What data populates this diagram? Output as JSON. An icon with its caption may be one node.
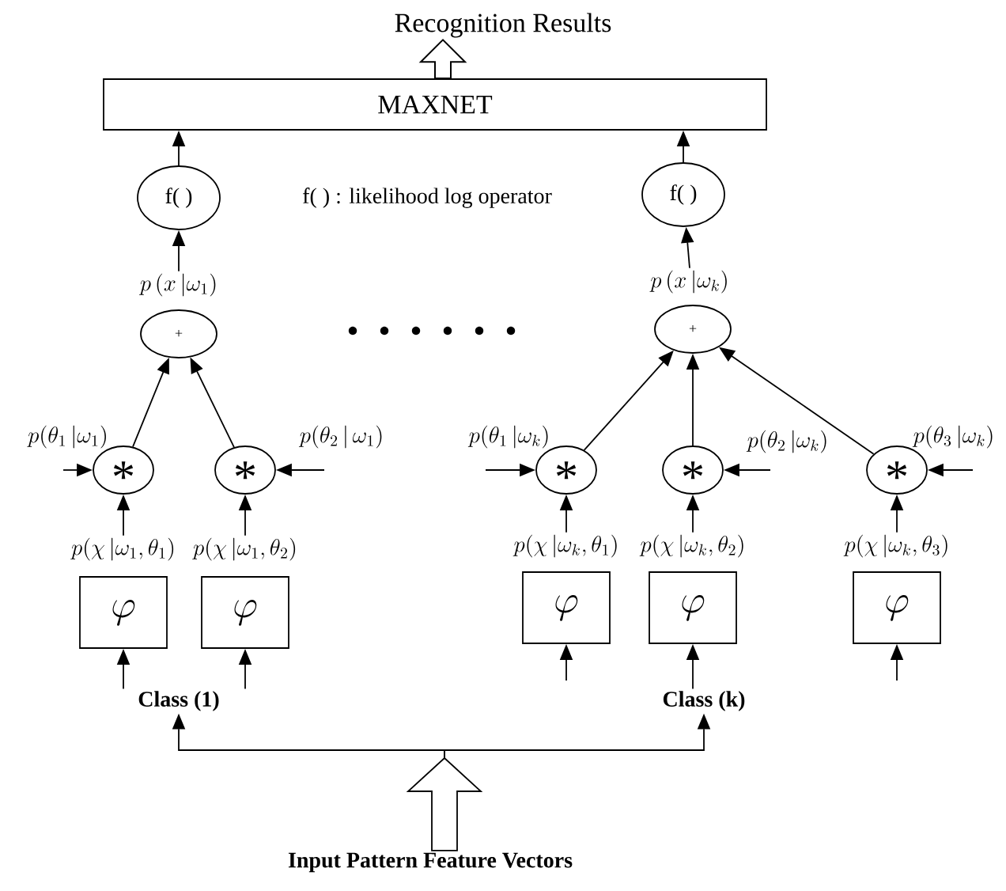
{
  "diagram": {
    "nodes": [
      {
        "text": [
          "Recognition Results"
        ]
      },
      {
        "text": [
          "MAXNET"
        ]
      },
      {
        "text": [
          "f( )"
        ]
      },
      {
        "text": [
          "f( )"
        ]
      },
      {
        "text": [
          "p\\,(x\\,|\\omega_1)"
        ]
      },
      {
        "text": [
          "p\\,(x\\,|\\omega_k)"
        ]
      },
      {
        "text": [
          "+"
        ]
      },
      {
        "text": [
          "+"
        ]
      },
      {
        "text": [
          "*"
        ]
      },
      {
        "text": [
          "*"
        ]
      },
      {
        "text": [
          "*"
        ]
      },
      {
        "text": [
          "*"
        ]
      },
      {
        "text": [
          "*"
        ]
      },
      {
        "text": [
          "p(\\chi\\,|\\omega_1,\\theta_1)"
        ]
      },
      {
        "text": [
          "p(\\chi\\,|\\omega_1,\\theta_2)"
        ]
      },
      {
        "text": [
          "p(\\chi\\,|\\omega_k,\\theta_1)"
        ]
      },
      {
        "text": [
          "p(\\chi\\,|\\omega_k,\\theta_2)"
        ]
      },
      {
        "text": [
          "p(\\chi\\,|\\omega_k,\\theta_3)"
        ]
      },
      {
        "text": [
          "\\varphi"
        ]
      },
      {
        "text": [
          "\\varphi"
        ]
      },
      {
        "text": [
          "\\varphi"
        ]
      },
      {
        "text": [
          "\\varphi"
        ]
      },
      {
        "text": [
          "\\varphi"
        ]
      },
      {
        "text": [
          "Class (1)"
        ]
      },
      {
        "text": [
          "Class (k)"
        ]
      },
      {
        "text": [
          "Input Pattern Feature Vectors"
        ]
      }
    ],
    "edges": [
      {
        "from": 1,
        "to": 0,
        "arrow": "to",
        "style": "thick"
      },
      {
        "from": 25,
        "to": 23,
        "arrow": "to"
      },
      {
        "from": 25,
        "to": 24,
        "arrow": "to"
      },
      {
        "from": 23,
        "to": 18,
        "arrow": "to"
      },
      {
        "from": 23,
        "to": 19,
        "arrow": "to"
      },
      {
        "from": null,
        "to": 20,
        "arrow": "to"
      },
      {
        "from": 24,
        "to": 21,
        "arrow": "to"
      },
      {
        "from": null,
        "to": 22,
        "arrow": "to"
      },
      {
        "from": 13,
        "to": 8,
        "arrow": "to"
      },
      {
        "from": 14,
        "to": 9,
        "arrow": "to"
      },
      {
        "from": 15,
        "to": 10,
        "arrow": "to"
      },
      {
        "from": 16,
        "to": 11,
        "arrow": "to"
      },
      {
        "from": 17,
        "to": 12,
        "arrow": "to"
      },
      {
        "from": null,
        "to": 8,
        "arrow": "to",
        "label": "p(\\theta_1\\,|\\omega_1)"
      },
      {
        "from": null,
        "to": 9,
        "arrow": "to",
        "label": "p(\\theta_2\\,|\\,\\omega_1)"
      },
      {
        "from": null,
        "to": 10,
        "arrow": "to",
        "label": "p(\\theta_1\\,|\\omega_k)"
      },
      {
        "from": null,
        "to": 11,
        "arrow": "to",
        "label": "p(\\theta_2\\,|\\omega_k)"
      },
      {
        "from": null,
        "to": 12,
        "arrow": "to",
        "label": "p(\\theta_3\\,|\\omega_k)"
      },
      {
        "from": 8,
        "to": 6,
        "arrow": "to"
      },
      {
        "from": 9,
        "to": 6,
        "arrow": "to"
      },
      {
        "from": 10,
        "to": 7,
        "arrow": "to"
      },
      {
        "from": 11,
        "to": 7,
        "arrow": "to"
      },
      {
        "from": 12,
        "to": 7,
        "arrow": "to"
      },
      {
        "from": 4,
        "to": 2,
        "arrow": "to"
      },
      {
        "from": 5,
        "to": 3,
        "arrow": "to"
      },
      {
        "from": 2,
        "to": 1,
        "arrow": "to"
      },
      {
        "from": 3,
        "to": 1,
        "arrow": "to"
      }
    ],
    "labels": [
      "f( ) : likelihood log operator"
    ]
  }
}
